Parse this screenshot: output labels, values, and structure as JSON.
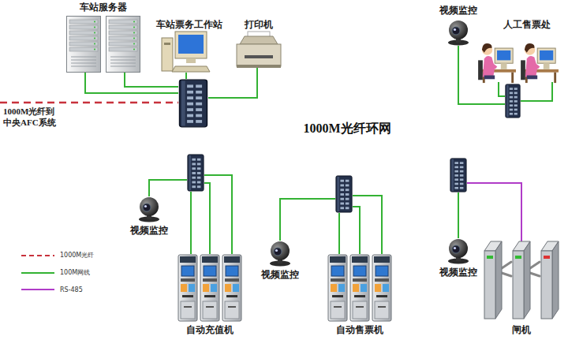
{
  "diagram": {
    "nodes": [
      {
        "text": [
          "车站服务器"
        ]
      },
      {
        "text": [
          "车站票务工作站"
        ]
      },
      {
        "text": [
          "打印机"
        ]
      },
      {
        "text": [
          "视频监控"
        ]
      },
      {
        "text": [
          "人工售票处"
        ]
      },
      {
        "text": [
          "1000M光纤环网"
        ]
      },
      {
        "text": [
          "视频监控"
        ]
      },
      {
        "text": [
          "视频监控"
        ]
      },
      {
        "text": [
          "视频监控"
        ]
      },
      {
        "text": [
          "自动充值机"
        ]
      },
      {
        "text": [
          "自动售票机"
        ]
      },
      {
        "text": [
          "闸机"
        ]
      }
    ],
    "labels": [
      "1000M光纤到 中央AFC系统"
    ],
    "legend": [
      {
        "text": "1000M光纤"
      },
      {
        "text": "100M网线"
      },
      {
        "text": "RS-485"
      }
    ]
  }
}
